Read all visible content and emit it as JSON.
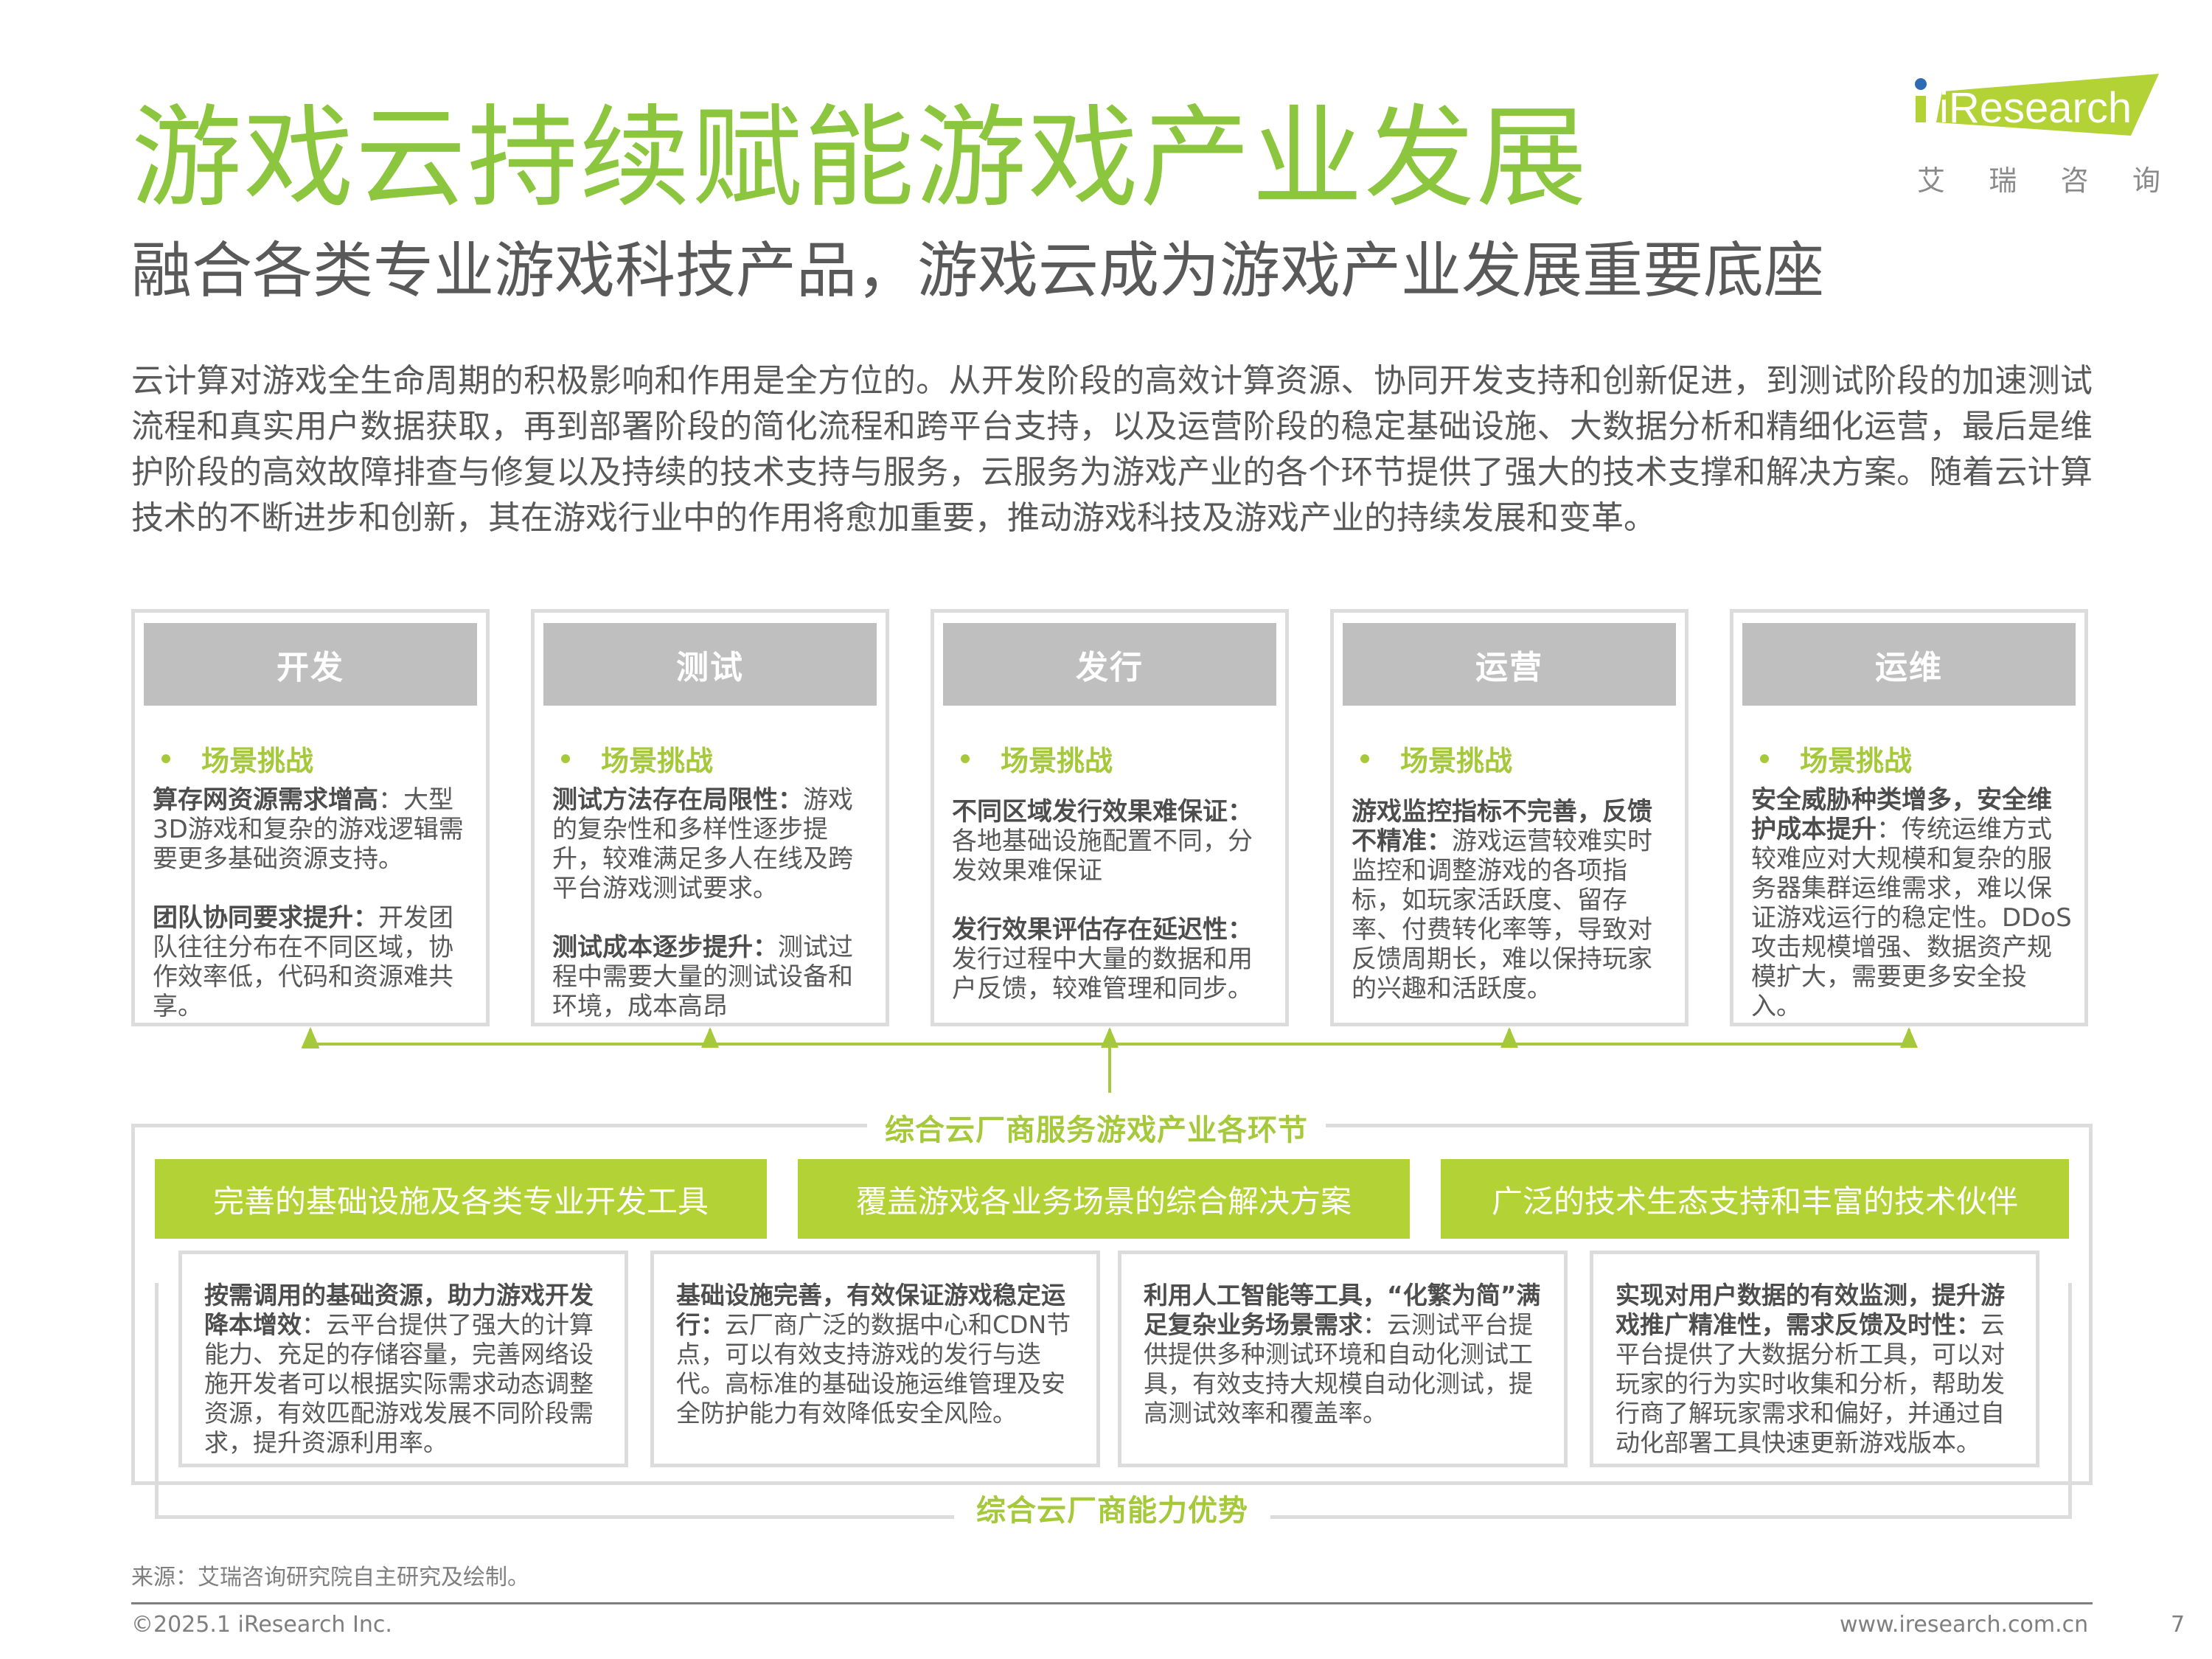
{
  "header": {
    "title": "游戏云持续赋能游戏产业发展",
    "subtitle": "融合各类专业游戏科技产品，游戏云成为游戏产业发展重要底座",
    "logo": {
      "brand": "iResearch",
      "cn_chars": [
        "艾",
        "瑞",
        "咨",
        "询"
      ],
      "brand_color": "#b2d235",
      "dot_color": "#2e6bb5"
    }
  },
  "intro": "云计算对游戏全生命周期的积极影响和作用是全方位的。从开发阶段的高效计算资源、协同开发支持和创新促进，到测试阶段的加速测试流程和真实用户数据获取，再到部署阶段的简化流程和跨平台支持，以及运营阶段的稳定基础设施、大数据分析和精细化运营，最后是维护阶段的高效故障排查与修复以及持续的技术支持与服务，云服务为游戏产业的各个环节提供了强大的技术支撑和解决方案。随着云计算技术的不断进步和创新，其在游戏行业中的作用将愈加重要，推动游戏科技及游戏产业的持续发展和变革。",
  "stages": [
    {
      "title": "开发",
      "subheading": "场景挑战",
      "items": [
        {
          "bold": "算存网资源需求增高",
          "text": "：大型3D游戏和复杂的游戏逻辑需要更多基础资源支持。"
        },
        {
          "bold": "团队协同要求提升：",
          "text": "开发团队往往分布在不同区域，协作效率低，代码和资源难共享。"
        }
      ]
    },
    {
      "title": "测试",
      "subheading": "场景挑战",
      "items": [
        {
          "bold": "测试方法存在局限性：",
          "text": "游戏的复杂性和多样性逐步提升，较难满足多人在线及跨平台游戏测试要求。"
        },
        {
          "bold": "测试成本逐步提升：",
          "text": "测试过程中需要大量的测试设备和环境，成本高昂"
        }
      ]
    },
    {
      "title": "发行",
      "subheading": "场景挑战",
      "items": [
        {
          "bold": "不同区域发行效果难保证：",
          "text": "各地基础设施配置不同，分发效果难保证"
        },
        {
          "bold": "发行效果评估存在延迟性：",
          "text": "发行过程中大量的数据和用户反馈，较难管理和同步。"
        }
      ]
    },
    {
      "title": "运营",
      "subheading": "场景挑战",
      "items": [
        {
          "bold": "游戏监控指标不完善，反馈不精准：",
          "text": "游戏运营较难实时监控和调整游戏的各项指标，如玩家活跃度、留存率、付费转化率等，导致对反馈周期长，难以保持玩家的兴趣和活跃度。"
        }
      ]
    },
    {
      "title": "运维",
      "subheading": "场景挑战",
      "items": [
        {
          "bold": "安全威胁种类增多，安全维护成本提升",
          "text": "：传统运维方式较难应对大规模和复杂的服务器集群运维需求，难以保证游戏运行的稳定性。DDoS攻击规模增强、数据资产规模扩大，需要更多安全投入。"
        }
      ]
    }
  ],
  "cloud_section": {
    "top_label": "综合云厂商服务游戏产业各环节",
    "bottom_label": "综合云厂商能力优势",
    "pillars": [
      "完善的基础设施及各类专业开发工具",
      "覆盖游戏各业务场景的综合解决方案",
      "广泛的技术生态支持和丰富的技术伙伴"
    ],
    "advantages": [
      {
        "bold": "按需调用的基础资源，助力游戏开发降本增效",
        "text": "：云平台提供了强大的计算能力、充足的存储容量，完善网络设施开发者可以根据实际需求动态调整资源，有效匹配游戏发展不同阶段需求，提升资源利用率。"
      },
      {
        "bold": "基础设施完善，有效保证游戏稳定运行：",
        "text": "云厂商广泛的数据中心和CDN节点，可以有效支持游戏的发行与迭代。高标准的基础设施运维管理及安全防护能力有效降低安全风险。"
      },
      {
        "bold": "利用人工智能等工具，“化繁为简”满足复杂业务场景需求",
        "text": "：云测试平台提供提供多种测试环境和自动化测试工具，有效支持大规模自动化测试，提高测试效率和覆盖率。"
      },
      {
        "bold": "实现对用户数据的有效监测，提升游戏推广精准性，需求反馈及时性：",
        "text": "云平台提供了大数据分析工具，可以对玩家的行为实时收集和分析，帮助发行商了解玩家需求和偏好，并通过自动化部署工具快速更新游戏版本。"
      }
    ]
  },
  "footer": {
    "source": "来源：艾瑞咨询研究院自主研究及绘制。",
    "copyright": "©2025.1 iResearch Inc.",
    "website": "www.iresearch.com.cn",
    "page_number": "7"
  },
  "colors": {
    "title_green": "#8cc63f",
    "accent_green": "#a5c93a",
    "bar_green": "#b2d235",
    "stage_header_gray": "#bfbfbf",
    "border_gray": "#dcdcdc",
    "text_gray": "#595959"
  }
}
